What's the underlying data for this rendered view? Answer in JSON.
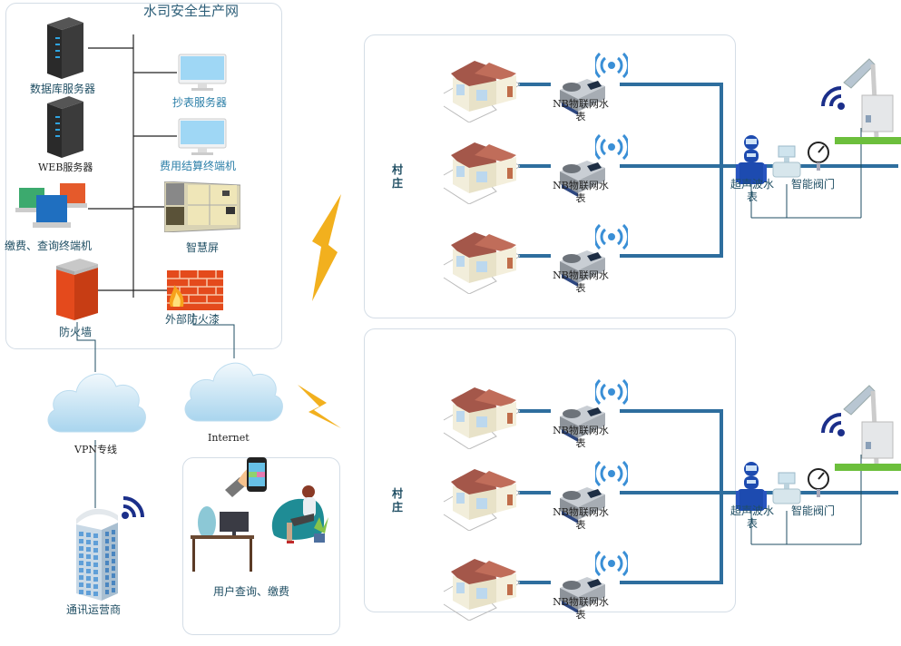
{
  "company_network": {
    "title": "水司安全生产网",
    "nodes": {
      "db_server": "数据库服务器",
      "web_server": "WEB服务器",
      "query_terminal": "缴费、查询终端机",
      "firewall": "防火墙",
      "meter_server": "抄表服务器",
      "billing_terminal": "费用结算终端机",
      "smart_screen": "智慧屏",
      "external_firewall": "外部防火漆"
    }
  },
  "clouds": {
    "vpn": "VPN专线",
    "internet": "Internet"
  },
  "carrier": "通讯运营商",
  "user_panel": {
    "label": "用户查询、缴费"
  },
  "villages": [
    {
      "label": "村庄",
      "meters": [
        "NB物联网水表",
        "NB物联网水表",
        "NB物联网水表"
      ],
      "flow_meter": "超声波水表",
      "valve": "智能阀门"
    },
    {
      "label": "村庄",
      "meters": [
        "NB物联网水表",
        "NB物联网水表",
        "NB物联网水表"
      ],
      "flow_meter": "超声波水表",
      "valve": "智能阀门"
    }
  ],
  "colors": {
    "pipe": "#2e6e9e",
    "panel_border": "#d4dde6",
    "label_dark": "#1f4e63",
    "label_blue": "#2c7fa8",
    "lightning": "#f2b01e",
    "wifi": "#1b2f8a",
    "signal": "#3a8fd6"
  }
}
